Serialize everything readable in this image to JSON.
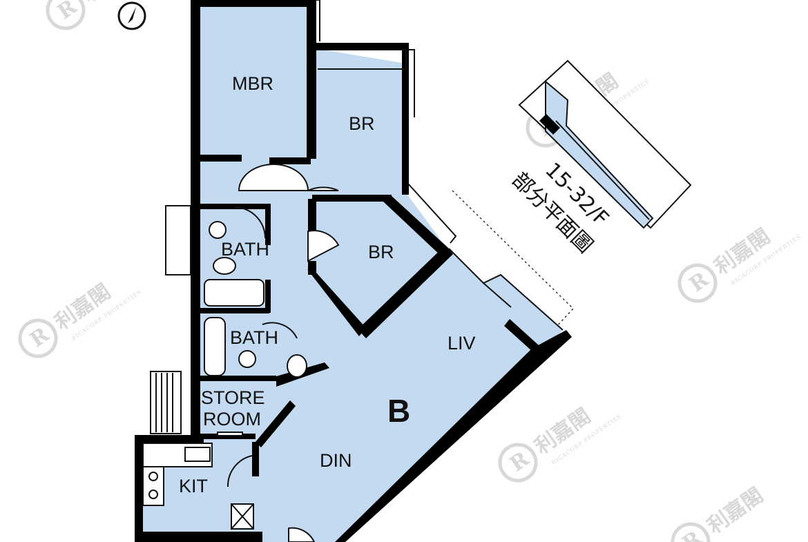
{
  "rooms": {
    "mbr": "MBR",
    "br1": "BR",
    "br2": "BR",
    "bath1": "BATH",
    "bath2": "BATH",
    "store1": "STORE",
    "store2": "ROOM",
    "liv": "LIV",
    "din": "DIN",
    "kit": "KIT"
  },
  "unit": "B",
  "key_plan": {
    "floors": "15-32/F",
    "caption": "部分平面圖"
  },
  "watermark": {
    "chinese": "利嘉閣",
    "english": "RICACORP PROPERTIES",
    "mark": "R"
  },
  "north_icon": "north-arrow-icon",
  "colors": {
    "floor_fill": "#c4daf0",
    "wall": "#000000",
    "watermark": "#d8d8d8"
  }
}
